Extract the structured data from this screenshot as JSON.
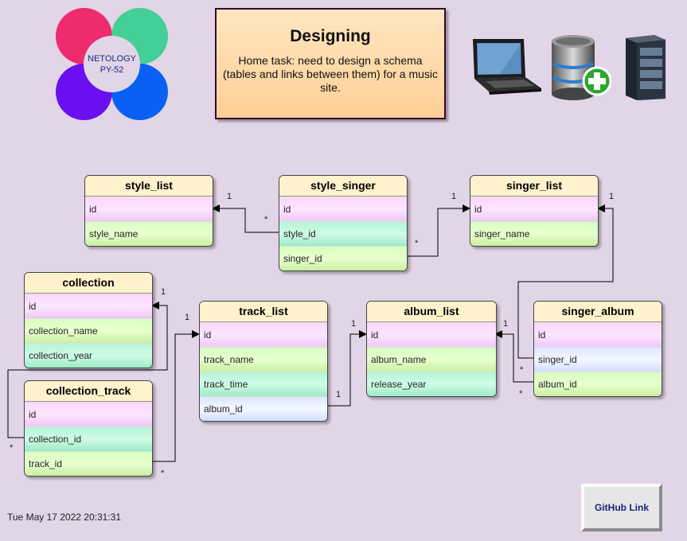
{
  "logo": {
    "line1": "NETOLOGY",
    "line2": "PY-52",
    "colors": [
      "#ee2b6c",
      "#44cf97",
      "#6a10f0",
      "#0a60f5"
    ]
  },
  "header": {
    "title": "Designing",
    "description": "Home task: need to design a schema (tables and links between them) for a music site."
  },
  "icons": [
    "laptop-icon",
    "database-add-icon",
    "server-rack-icon"
  ],
  "tables": {
    "style_list": {
      "name": "style_list",
      "fields": [
        "id",
        "style_name"
      ]
    },
    "style_singer": {
      "name": "style_singer",
      "fields": [
        "id",
        "style_id",
        "singer_id"
      ]
    },
    "singer_list": {
      "name": "singer_list",
      "fields": [
        "id",
        "singer_name"
      ]
    },
    "collection": {
      "name": "collection",
      "fields": [
        "id",
        "collection_name",
        "collection_year"
      ]
    },
    "collection_track": {
      "name": "collection_track",
      "fields": [
        "id",
        "collection_id",
        "track_id"
      ]
    },
    "track_list": {
      "name": "track_list",
      "fields": [
        "id",
        "track_name",
        "track_time",
        "album_id"
      ]
    },
    "album_list": {
      "name": "album_list",
      "fields": [
        "id",
        "album_name",
        "release_year"
      ]
    },
    "singer_album": {
      "name": "singer_album",
      "fields": [
        "id",
        "singer_id",
        "album_id"
      ]
    }
  },
  "cardinality": {
    "one": "1",
    "many": "*"
  },
  "footer": {
    "timestamp": "Tue May 17 2022 20:31:31",
    "github_button": "GitHub Link"
  }
}
